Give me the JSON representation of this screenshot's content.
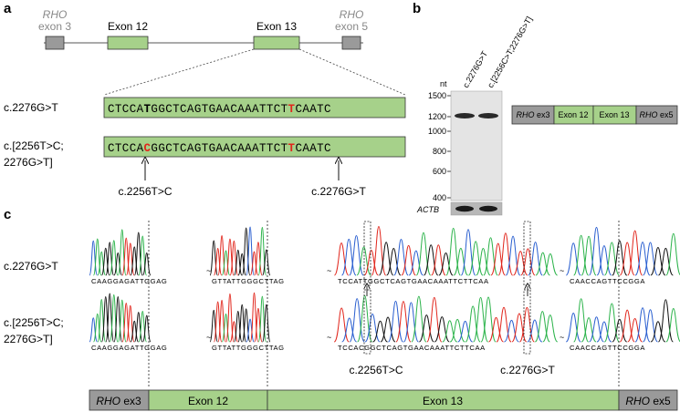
{
  "panels": {
    "a": "a",
    "b": "b",
    "c": "c"
  },
  "colors": {
    "exon_green": "#a6d18a",
    "exon_gray": "#9a9a9a",
    "mutation_red": "#e1261c",
    "trace_A": "#2bb34a",
    "trace_C": "#2a5fd0",
    "trace_G": "#111111",
    "trace_T": "#e1261c"
  },
  "panel_a": {
    "gene_model": {
      "left_exon_gene": "RHO",
      "left_exon_num": "exon 3",
      "exon12": "Exon 12",
      "exon13": "Exon 13",
      "right_exon_gene": "RHO",
      "right_exon_num": "exon 5"
    },
    "row1": {
      "label": "c.2276G>T",
      "seq_pre": "CTCCA",
      "seq_t1": "T",
      "seq_mid": "GGCTCAGTGAACAAATTCT",
      "seq_mut2": "T",
      "seq_post": "CAATC"
    },
    "row2": {
      "label_line1": "c.[2256T>C;",
      "label_line2": "2276G>T]",
      "seq_pre": "CTCCA",
      "seq_mut1": "C",
      "seq_mid": "GGCTCAGTGAACAAATTCT",
      "seq_mut2": "T",
      "seq_post": "CAATC"
    },
    "arrow1": "c.2256T>C",
    "arrow2": "c.2276G>T"
  },
  "panel_b": {
    "axis_unit": "nt",
    "ticks": [
      "1500",
      "1200",
      "1000",
      "800",
      "600",
      "400"
    ],
    "lane1": "c.2276G>T",
    "lane2": "c.[2256C>T;2276G>T]",
    "control": "ACTB",
    "schematic": {
      "left_gene": "RHO",
      "left_exon": " ex3",
      "mid1": "Exon 12",
      "mid2": "Exon 13",
      "right_gene": "RHO",
      "right_exon": " ex5"
    }
  },
  "panel_c": {
    "row1_label": "c.2276G>T",
    "row2_label_line1": "c.[2256T>C;",
    "row2_label_line2": "2276G>T]",
    "segments": {
      "s1": "CAAGGAGATTGGAG",
      "s2": "GTTATTGGGCTTAG",
      "s3_row1": "TCCATTGGCTCAGTGAACAAATTCTTCAA",
      "s3_row2": "TCCACGGCTCAGTGAACAAATTCTTCAA",
      "s4": "CAACCAGTTCCGGA"
    },
    "arrow1": "c.2256T>C",
    "arrow2": "c.2276G>T",
    "bar": {
      "left_gene": "RHO",
      "left_exon": " ex3",
      "mid1": "Exon 12",
      "mid2": "Exon 13",
      "right_gene": "RHO",
      "right_exon": " ex5"
    }
  }
}
